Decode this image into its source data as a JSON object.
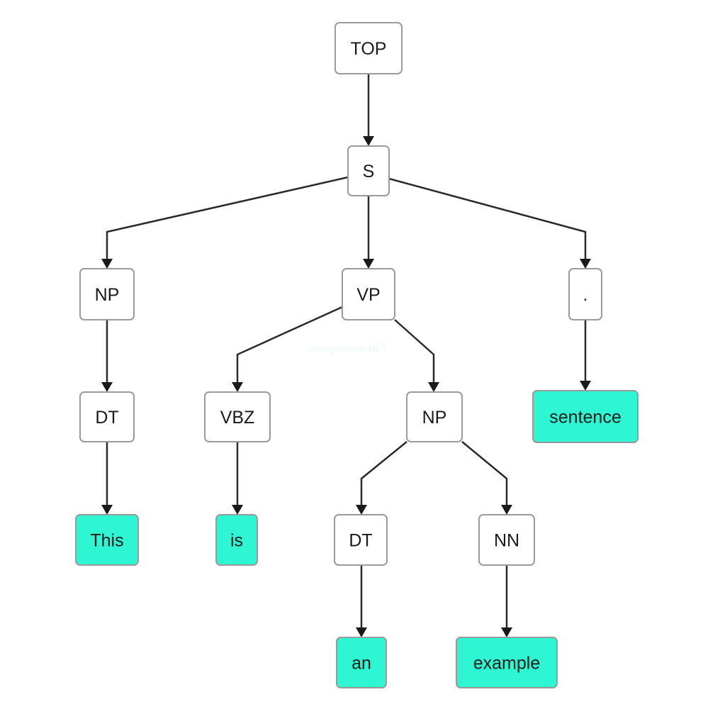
{
  "diagram": {
    "nodes": [
      {
        "id": "top",
        "label": "TOP",
        "kind": "category"
      },
      {
        "id": "s",
        "label": "S",
        "kind": "category"
      },
      {
        "id": "np1",
        "label": "NP",
        "kind": "category"
      },
      {
        "id": "vp",
        "label": "VP",
        "kind": "category"
      },
      {
        "id": "punct",
        "label": ".",
        "kind": "category"
      },
      {
        "id": "dt1",
        "label": "DT",
        "kind": "category"
      },
      {
        "id": "vbz",
        "label": "VBZ",
        "kind": "category"
      },
      {
        "id": "np2",
        "label": "NP",
        "kind": "category"
      },
      {
        "id": "w_sentence",
        "label": "sentence",
        "kind": "leaf"
      },
      {
        "id": "w_this",
        "label": "This",
        "kind": "leaf"
      },
      {
        "id": "w_is",
        "label": "is",
        "kind": "leaf"
      },
      {
        "id": "dt2",
        "label": "DT",
        "kind": "category"
      },
      {
        "id": "nn",
        "label": "NN",
        "kind": "category"
      },
      {
        "id": "w_an",
        "label": "an",
        "kind": "leaf"
      },
      {
        "id": "w_example",
        "label": "example",
        "kind": "leaf"
      }
    ],
    "edges": [
      [
        "top",
        "s"
      ],
      [
        "s",
        "np1"
      ],
      [
        "s",
        "vp"
      ],
      [
        "s",
        "punct"
      ],
      [
        "np1",
        "dt1"
      ],
      [
        "dt1",
        "w_this"
      ],
      [
        "vp",
        "vbz"
      ],
      [
        "vp",
        "np2"
      ],
      [
        "vbz",
        "w_is"
      ],
      [
        "np2",
        "dt2"
      ],
      [
        "np2",
        "nn"
      ],
      [
        "dt2",
        "w_an"
      ],
      [
        "nn",
        "w_example"
      ],
      [
        "punct",
        "w_sentence"
      ]
    ],
    "watermark": "www.grammar.NET"
  },
  "colors": {
    "leaf_fill": "#2ef5d2",
    "category_fill": "#ffffff",
    "border": "#9a9a9a",
    "edge": "#2a2a2a"
  }
}
